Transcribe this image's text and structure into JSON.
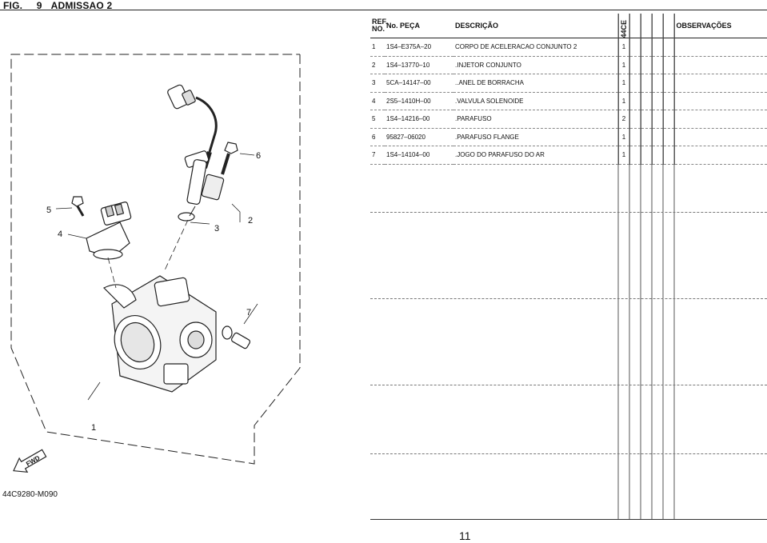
{
  "header": {
    "fig_label": "FIG.",
    "fig_number": "9",
    "fig_title": "ADMISSAO 2"
  },
  "table": {
    "headers": {
      "ref": "REF. NO.",
      "part": "No. PEÇA",
      "desc": "DESCRIÇÃO",
      "model": "44CE",
      "obs": "OBSERVAÇÕES"
    },
    "rows": [
      {
        "ref": "1",
        "part": "1S4–E375A–20",
        "desc": "CORPO DE ACELERACAO CONJUNTO 2",
        "qty": "1"
      },
      {
        "ref": "2",
        "part": "1S4–13770–10",
        "desc": ".INJETOR CONJUNTO",
        "qty": "1"
      },
      {
        "ref": "3",
        "part": "5CA–14147–00",
        "desc": "..ANEL DE BORRACHA",
        "qty": "1"
      },
      {
        "ref": "4",
        "part": "2S5–1410H–00",
        "desc": ".VALVULA SOLENOIDE",
        "qty": "1"
      },
      {
        "ref": "5",
        "part": "1S4–14216–00",
        "desc": ".PARAFUSO",
        "qty": "2"
      },
      {
        "ref": "6",
        "part": "95827–06020",
        "desc": ".PARAFUSO FLANGE",
        "qty": "1"
      },
      {
        "ref": "7",
        "part": "1S4–14104–00",
        "desc": ".JOGO DO PARAFUSO DO AR",
        "qty": "1"
      }
    ]
  },
  "diagram": {
    "callouts": [
      "1",
      "2",
      "3",
      "4",
      "5",
      "6",
      "7"
    ],
    "fwd_label": "FWD",
    "code": "44C9280-M090"
  },
  "page_number": "11"
}
